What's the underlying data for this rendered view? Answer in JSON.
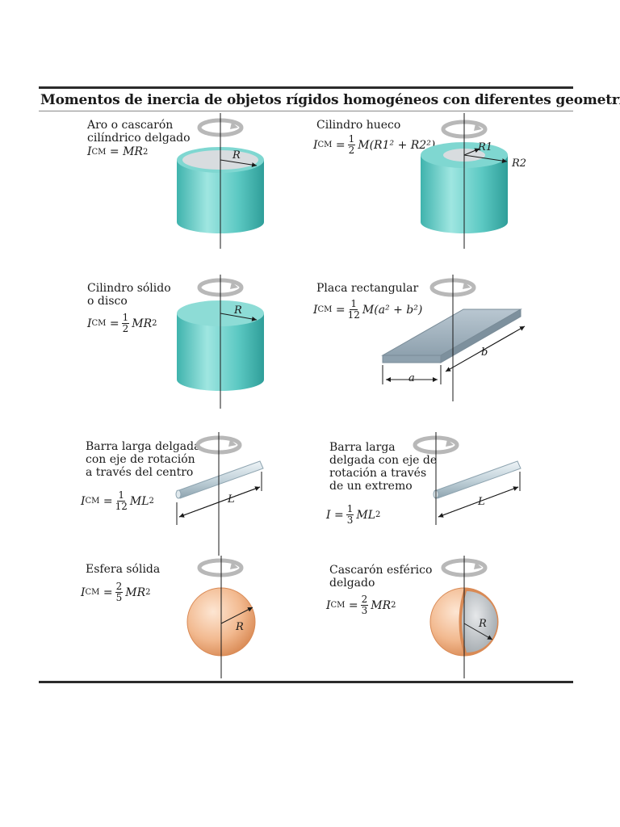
{
  "title": "Momentos de inercia de objetos rígidos homogéneos con diferentes geometrías",
  "items": [
    {
      "label_lines": [
        "Aro o cascarón",
        "cilíndrico delgado"
      ],
      "dim_labels": [
        "R"
      ]
    },
    {
      "label_lines": [
        "Cilindro hueco"
      ],
      "dim_labels": [
        "R1",
        "R2"
      ]
    },
    {
      "label_lines": [
        "Cilindro sólido",
        "o disco"
      ],
      "dim_labels": [
        "R"
      ]
    },
    {
      "label_lines": [
        "Placa rectangular"
      ],
      "dim_labels": [
        "a",
        "b"
      ]
    },
    {
      "label_lines": [
        "Barra larga delgada",
        "con eje de rotación",
        "a través del centro"
      ],
      "dim_labels": [
        "L"
      ]
    },
    {
      "label_lines": [
        "Barra larga",
        "delgada con eje de",
        "rotación a través",
        "de un extremo"
      ],
      "dim_labels": [
        "L"
      ]
    },
    {
      "label_lines": [
        "Esfera sólida"
      ],
      "dim_labels": [
        "R"
      ]
    },
    {
      "label_lines": [
        "Cascarón esférico",
        "delgado"
      ],
      "dim_labels": [
        "R"
      ]
    }
  ],
  "formula_parts": {
    "I": "I",
    "CM": "CM",
    "eq": "=",
    "MR": "MR",
    "ML": "ML",
    "M": "M",
    "two": "2",
    "fracs": {
      "half_n": "1",
      "half_d": "2",
      "twelfth_n": "1",
      "twelfth_d": "12",
      "third_n": "1",
      "third_d": "3",
      "twofifth_n": "2",
      "twofifth_d": "5",
      "twothird_n": "2",
      "twothird_d": "3"
    },
    "hollow_body": "(R1² + R2²)",
    "plate_body": "(a² + b²)"
  },
  "colors": {
    "teal": "#5cc9c3",
    "teal_dark": "#2f9e99",
    "teal_light": "#a6e6e1",
    "orange": "#f2b98f",
    "orange_dark": "#d98a55",
    "plate": "#9fb1bd",
    "rod": "#c9d7de"
  }
}
